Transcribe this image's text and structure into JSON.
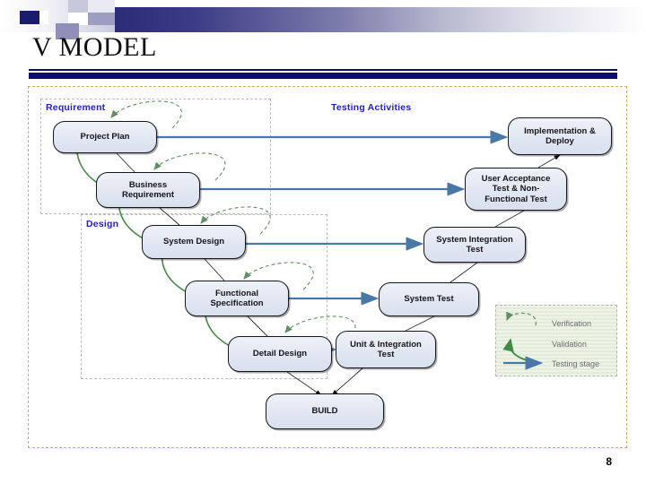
{
  "slide": {
    "title": "V MODEL",
    "page_number": "8"
  },
  "diagram": {
    "zones": [
      {
        "id": "requirement",
        "label": "Requirement"
      },
      {
        "id": "design",
        "label": "Design"
      },
      {
        "id": "testing",
        "label": "Testing Activities"
      }
    ],
    "nodes": [
      {
        "id": "project-plan",
        "label": "Project Plan",
        "side": "left"
      },
      {
        "id": "business-requirement",
        "label": "Business\nRequirement",
        "side": "left"
      },
      {
        "id": "system-design",
        "label": "System Design",
        "side": "left"
      },
      {
        "id": "functional-spec",
        "label": "Functional\nSpecification",
        "side": "left"
      },
      {
        "id": "detail-design",
        "label": "Detail Design",
        "side": "left"
      },
      {
        "id": "build",
        "label": "BUILD",
        "side": "bottom"
      },
      {
        "id": "unit-integration",
        "label": "Unit & Integration\nTest",
        "side": "right"
      },
      {
        "id": "system-test",
        "label": "System Test",
        "side": "right"
      },
      {
        "id": "system-integration",
        "label": "System Integration\nTest",
        "side": "right"
      },
      {
        "id": "user-acceptance",
        "label": "User Acceptance\nTest & Non-\nFunctional Test",
        "side": "right"
      },
      {
        "id": "implementation",
        "label": "Implementation &\nDeploy",
        "side": "right"
      }
    ],
    "legend": [
      {
        "id": "verification",
        "label": "Verification",
        "marker": "dashed-green-curve-arrow"
      },
      {
        "id": "validation",
        "label": "Validation",
        "marker": "solid-green-curve-arrow"
      },
      {
        "id": "testing-stage",
        "label": "Testing stage",
        "marker": "blue-straight-arrow"
      }
    ]
  },
  "colors": {
    "header_gradient_start": "#2b2b78",
    "title_rule": "#0d0d6b",
    "canvas_border": "#cdae5e",
    "zone_label": "#2222bb",
    "node_fill": "#e1e7f2",
    "node_border": "#15151c",
    "testing_arrow": "#4a78a6",
    "validation_arrow": "#3f8b46",
    "verification_arrow": "#5f8f63",
    "legend_text": "#6d6d6d"
  }
}
